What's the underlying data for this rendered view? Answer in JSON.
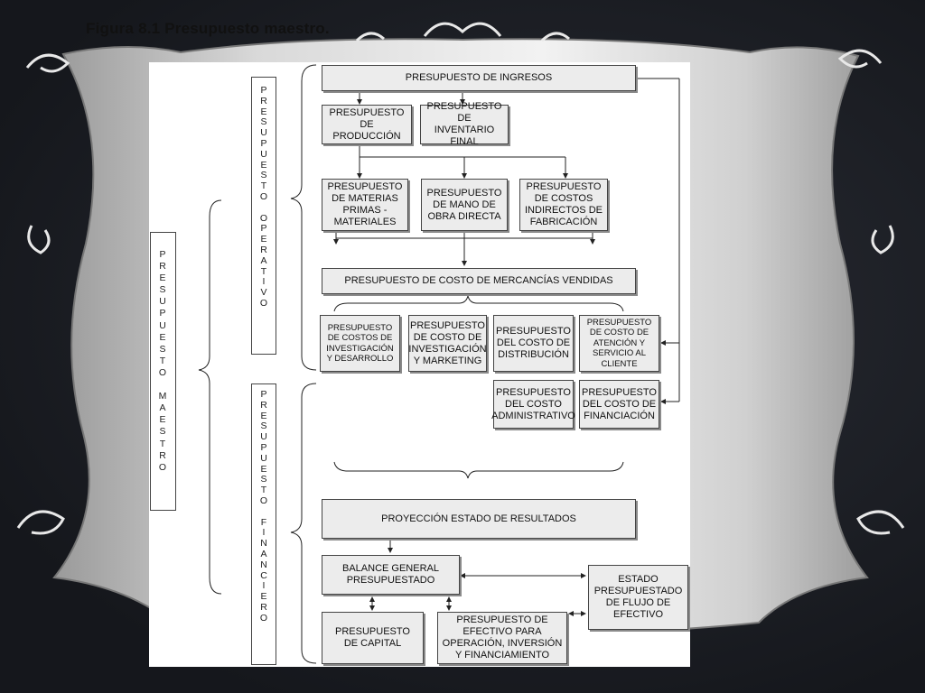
{
  "title": "Figura 8.1 Presupuesto maestro.",
  "vertical_labels": {
    "maestro": "PRESUPUESTO MAESTRO",
    "operativo": "PRESUPUESTO OPERATIVO",
    "financiero": "PRESUPUESTO FINANCIERO"
  },
  "boxes": {
    "ingresos": "PRESUPUESTO DE INGRESOS",
    "produccion": "PRESUPUESTO DE PRODUCCIÓN",
    "inventario_final": "PRESUPUESTO DE INVENTARIO FINAL",
    "materias_primas": "PRESUPUESTO DE MATERIAS PRIMAS - MATERIALES",
    "mano_obra": "PRESUPUESTO DE MANO DE OBRA DIRECTA",
    "costos_indirectos": "PRESUPUESTO DE COSTOS INDIRECTOS DE FABRICACIÓN",
    "costo_mercancias": "PRESUPUESTO DE COSTO DE MERCANCÍAS VENDIDAS",
    "investigacion_desarrollo": "PRESUPUESTO DE COSTOS DE INVESTIGACIÓN Y DESARROLLO",
    "investigacion_marketing": "PRESUPUESTO DE COSTO DE INVESTIGACIÓN Y MARKETING",
    "distribucion": "PRESUPUESTO DEL COSTO DE DISTRIBUCIÓN",
    "atencion_cliente": "PRESUPUESTO DE COSTO DE ATENCIÓN Y SERVICIO AL CLIENTE",
    "administrativo": "PRESUPUESTO DEL COSTO ADMINISTRATIVO",
    "financiacion": "PRESUPUESTO DEL COSTO DE FINANCIACIÓN",
    "estado_resultados": "PROYECCIÓN ESTADO DE RESULTADOS",
    "balance_general": "BALANCE GENERAL PRESUPUESTADO",
    "flujo_efectivo": "ESTADO PRESUPUESTADO DE FLUJO DE EFECTIVO",
    "capital": "PRESUPUESTO DE CAPITAL",
    "efectivo": "PRESUPUESTO DE EFECTIVO PARA OPERACIÓN, INVERSIÓN Y FINANCIAMIENTO"
  }
}
